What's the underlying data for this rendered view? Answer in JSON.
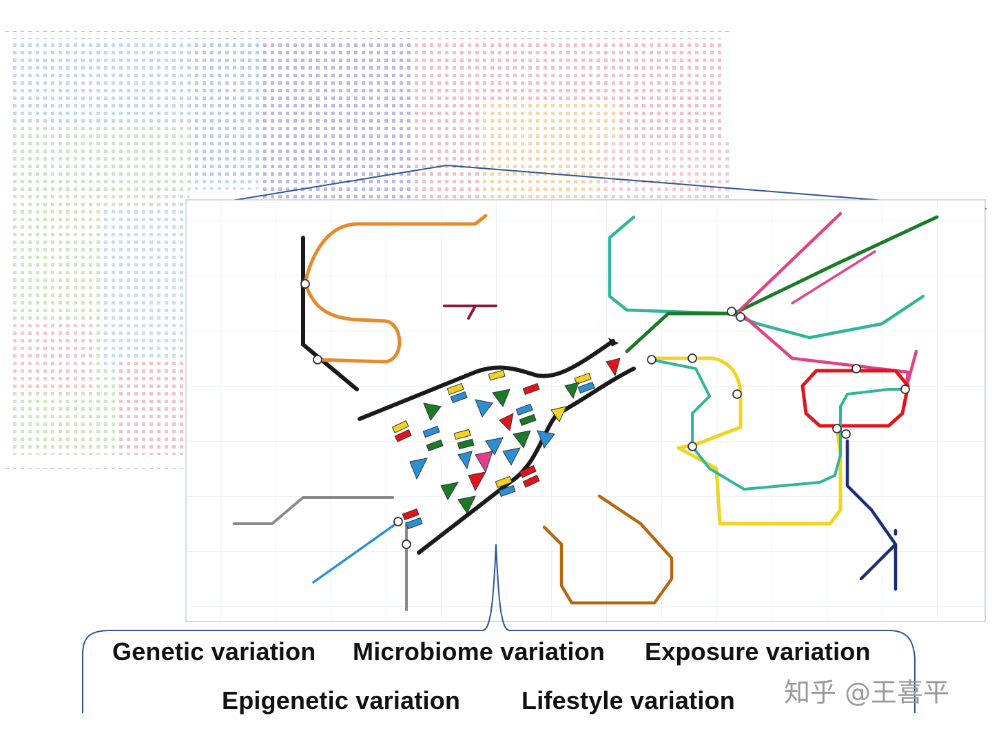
{
  "labels": {
    "genetic": "Genetic variation",
    "microbiome": "Microbiome variation",
    "exposure": "Exposure variation",
    "epigenetic": "Epigenetic variation",
    "lifestyle": "Lifestyle variation"
  },
  "watermark": "知乎 @王喜平",
  "colors": {
    "bracket": "#2f5597",
    "bottle": "#1a1a1a",
    "orange_route": "#e8892c",
    "green_route": "#1a7a28",
    "teal_route": "#2fb59a",
    "pink_route": "#e0428a",
    "red_route": "#e0141a",
    "yellow_route": "#f3d320",
    "navy_route": "#1e2a7a",
    "brown_route": "#b8650f",
    "blue_route": "#2b8fd6",
    "gray_route": "#8a8a8a"
  }
}
